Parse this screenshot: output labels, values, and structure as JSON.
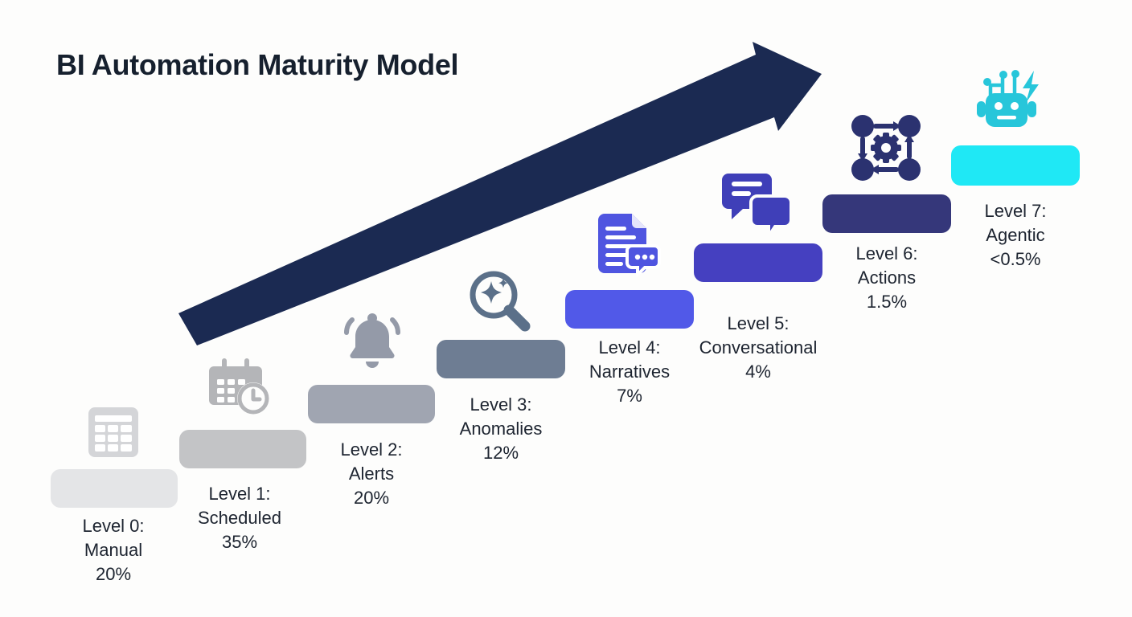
{
  "page": {
    "title": "BI Automation Maturity Model",
    "background_color": "#fdfdfc",
    "title_color": "#16202e",
    "arrow_color": "#1b2a52"
  },
  "chart_data": {
    "type": "bar",
    "title": "BI Automation Maturity Model",
    "xlabel": "",
    "ylabel": "",
    "categories": [
      "Level 0: Manual",
      "Level 1: Scheduled",
      "Level 2: Alerts",
      "Level 3: Anomalies",
      "Level 4: Narratives",
      "Level 5: Conversational",
      "Level 6: Actions",
      "Level 7: Agentic"
    ],
    "values": [
      20,
      35,
      20,
      12,
      7,
      4,
      1.5,
      0.5
    ],
    "value_labels": [
      "20%",
      "35%",
      "20%",
      "12%",
      "7%",
      "4%",
      "1.5%",
      "<0.5%"
    ],
    "grid": false,
    "legend": "none",
    "note": "Ascending staircase: bar heights encode maturity level, not the percentage; percentages are adoption share labels."
  },
  "steps": [
    {
      "level": "Level 0:",
      "name": "Manual",
      "percent": "20%",
      "color": "#e4e5e7",
      "icon": "spreadsheet-icon",
      "icon_color": "#d4d5d8"
    },
    {
      "level": "Level 1:",
      "name": "Scheduled",
      "percent": "35%",
      "color": "#c3c4c6",
      "icon": "calendar-clock-icon",
      "icon_color": "#b4b5b8"
    },
    {
      "level": "Level 2:",
      "name": "Alerts",
      "percent": "20%",
      "color": "#a0a5b1",
      "icon": "bell-icon",
      "icon_color": "#949aa8"
    },
    {
      "level": "Level 3:",
      "name": "Anomalies",
      "percent": "12%",
      "color": "#6e7d93",
      "icon": "magnifier-sparkle-icon",
      "icon_color": "#5b7089"
    },
    {
      "level": "Level 4:",
      "name": "Narratives",
      "percent": "7%",
      "color": "#5159e8",
      "icon": "document-chat-icon",
      "icon_color": "#4f55e0"
    },
    {
      "level": "Level 5:",
      "name": "Conversational",
      "percent": "4%",
      "color": "#4540c0",
      "icon": "chat-bubbles-icon",
      "icon_color": "#3f3fb8"
    },
    {
      "level": "Level 6:",
      "name": "Actions",
      "percent": "1.5%",
      "color": "#35377a",
      "icon": "workflow-gear-icon",
      "icon_color": "#2b3270"
    },
    {
      "level": "Level 7:",
      "name": "Agentic",
      "percent": "<0.5%",
      "color": "#1fe8f5",
      "icon": "robot-bolt-icon",
      "icon_color": "#27c6da"
    }
  ]
}
